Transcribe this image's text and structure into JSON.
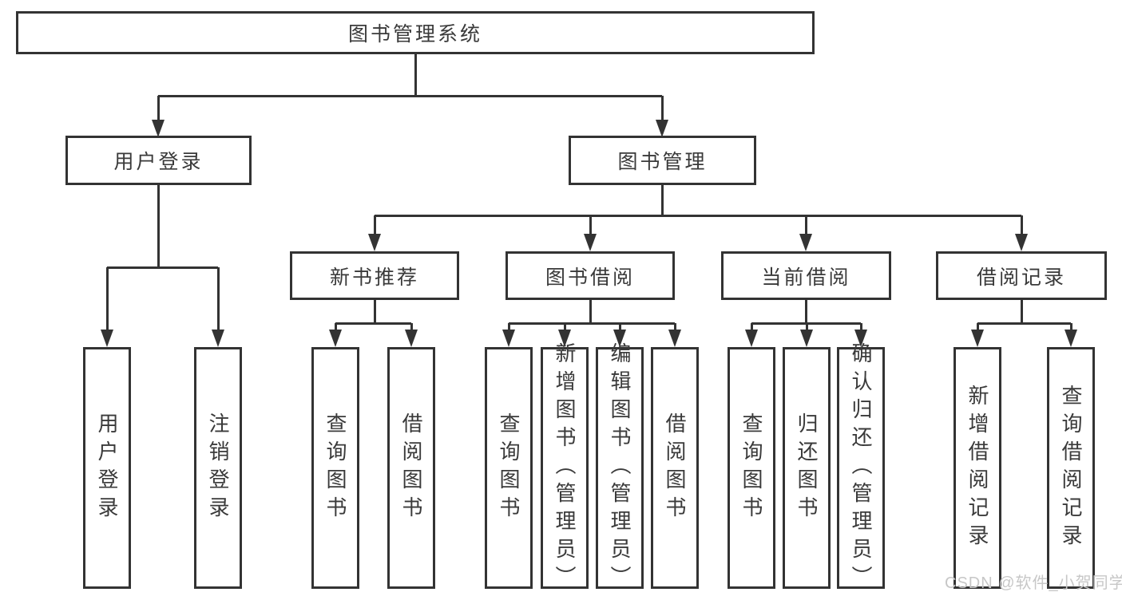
{
  "tree": {
    "root": {
      "label": "图书管理系统"
    },
    "level2": [
      {
        "label": "用户登录"
      },
      {
        "label": "图书管理"
      }
    ],
    "level3": [
      {
        "label": "新书推荐",
        "parent": "图书管理"
      },
      {
        "label": "图书借阅",
        "parent": "图书管理"
      },
      {
        "label": "当前借阅",
        "parent": "图书管理"
      },
      {
        "label": "借阅记录",
        "parent": "图书管理"
      }
    ],
    "leaves": [
      {
        "label": "用户登录",
        "parent": "用户登录"
      },
      {
        "label": "注销登录",
        "parent": "用户登录"
      },
      {
        "label": "查询图书",
        "parent": "新书推荐"
      },
      {
        "label": "借阅图书",
        "parent": "新书推荐"
      },
      {
        "label": "查询图书",
        "parent": "图书借阅"
      },
      {
        "label": "新增图书（管理员）",
        "parent": "图书借阅"
      },
      {
        "label": "编辑图书（管理员）",
        "parent": "图书借阅"
      },
      {
        "label": "借阅图书",
        "parent": "图书借阅"
      },
      {
        "label": "查询图书",
        "parent": "当前借阅"
      },
      {
        "label": "归还图书",
        "parent": "当前借阅"
      },
      {
        "label": "确认归还（管理员）",
        "parent": "当前借阅"
      },
      {
        "label": "新增借阅记录",
        "parent": "借阅记录"
      },
      {
        "label": "查询借阅记录",
        "parent": "借阅记录"
      }
    ]
  },
  "watermark": {
    "text": "CSDN @软件_小贺同学",
    "color": "#c7c7c7"
  },
  "colors": {
    "line": "#333333",
    "box_background": "#ffffff",
    "text": "#3a3a3a"
  }
}
